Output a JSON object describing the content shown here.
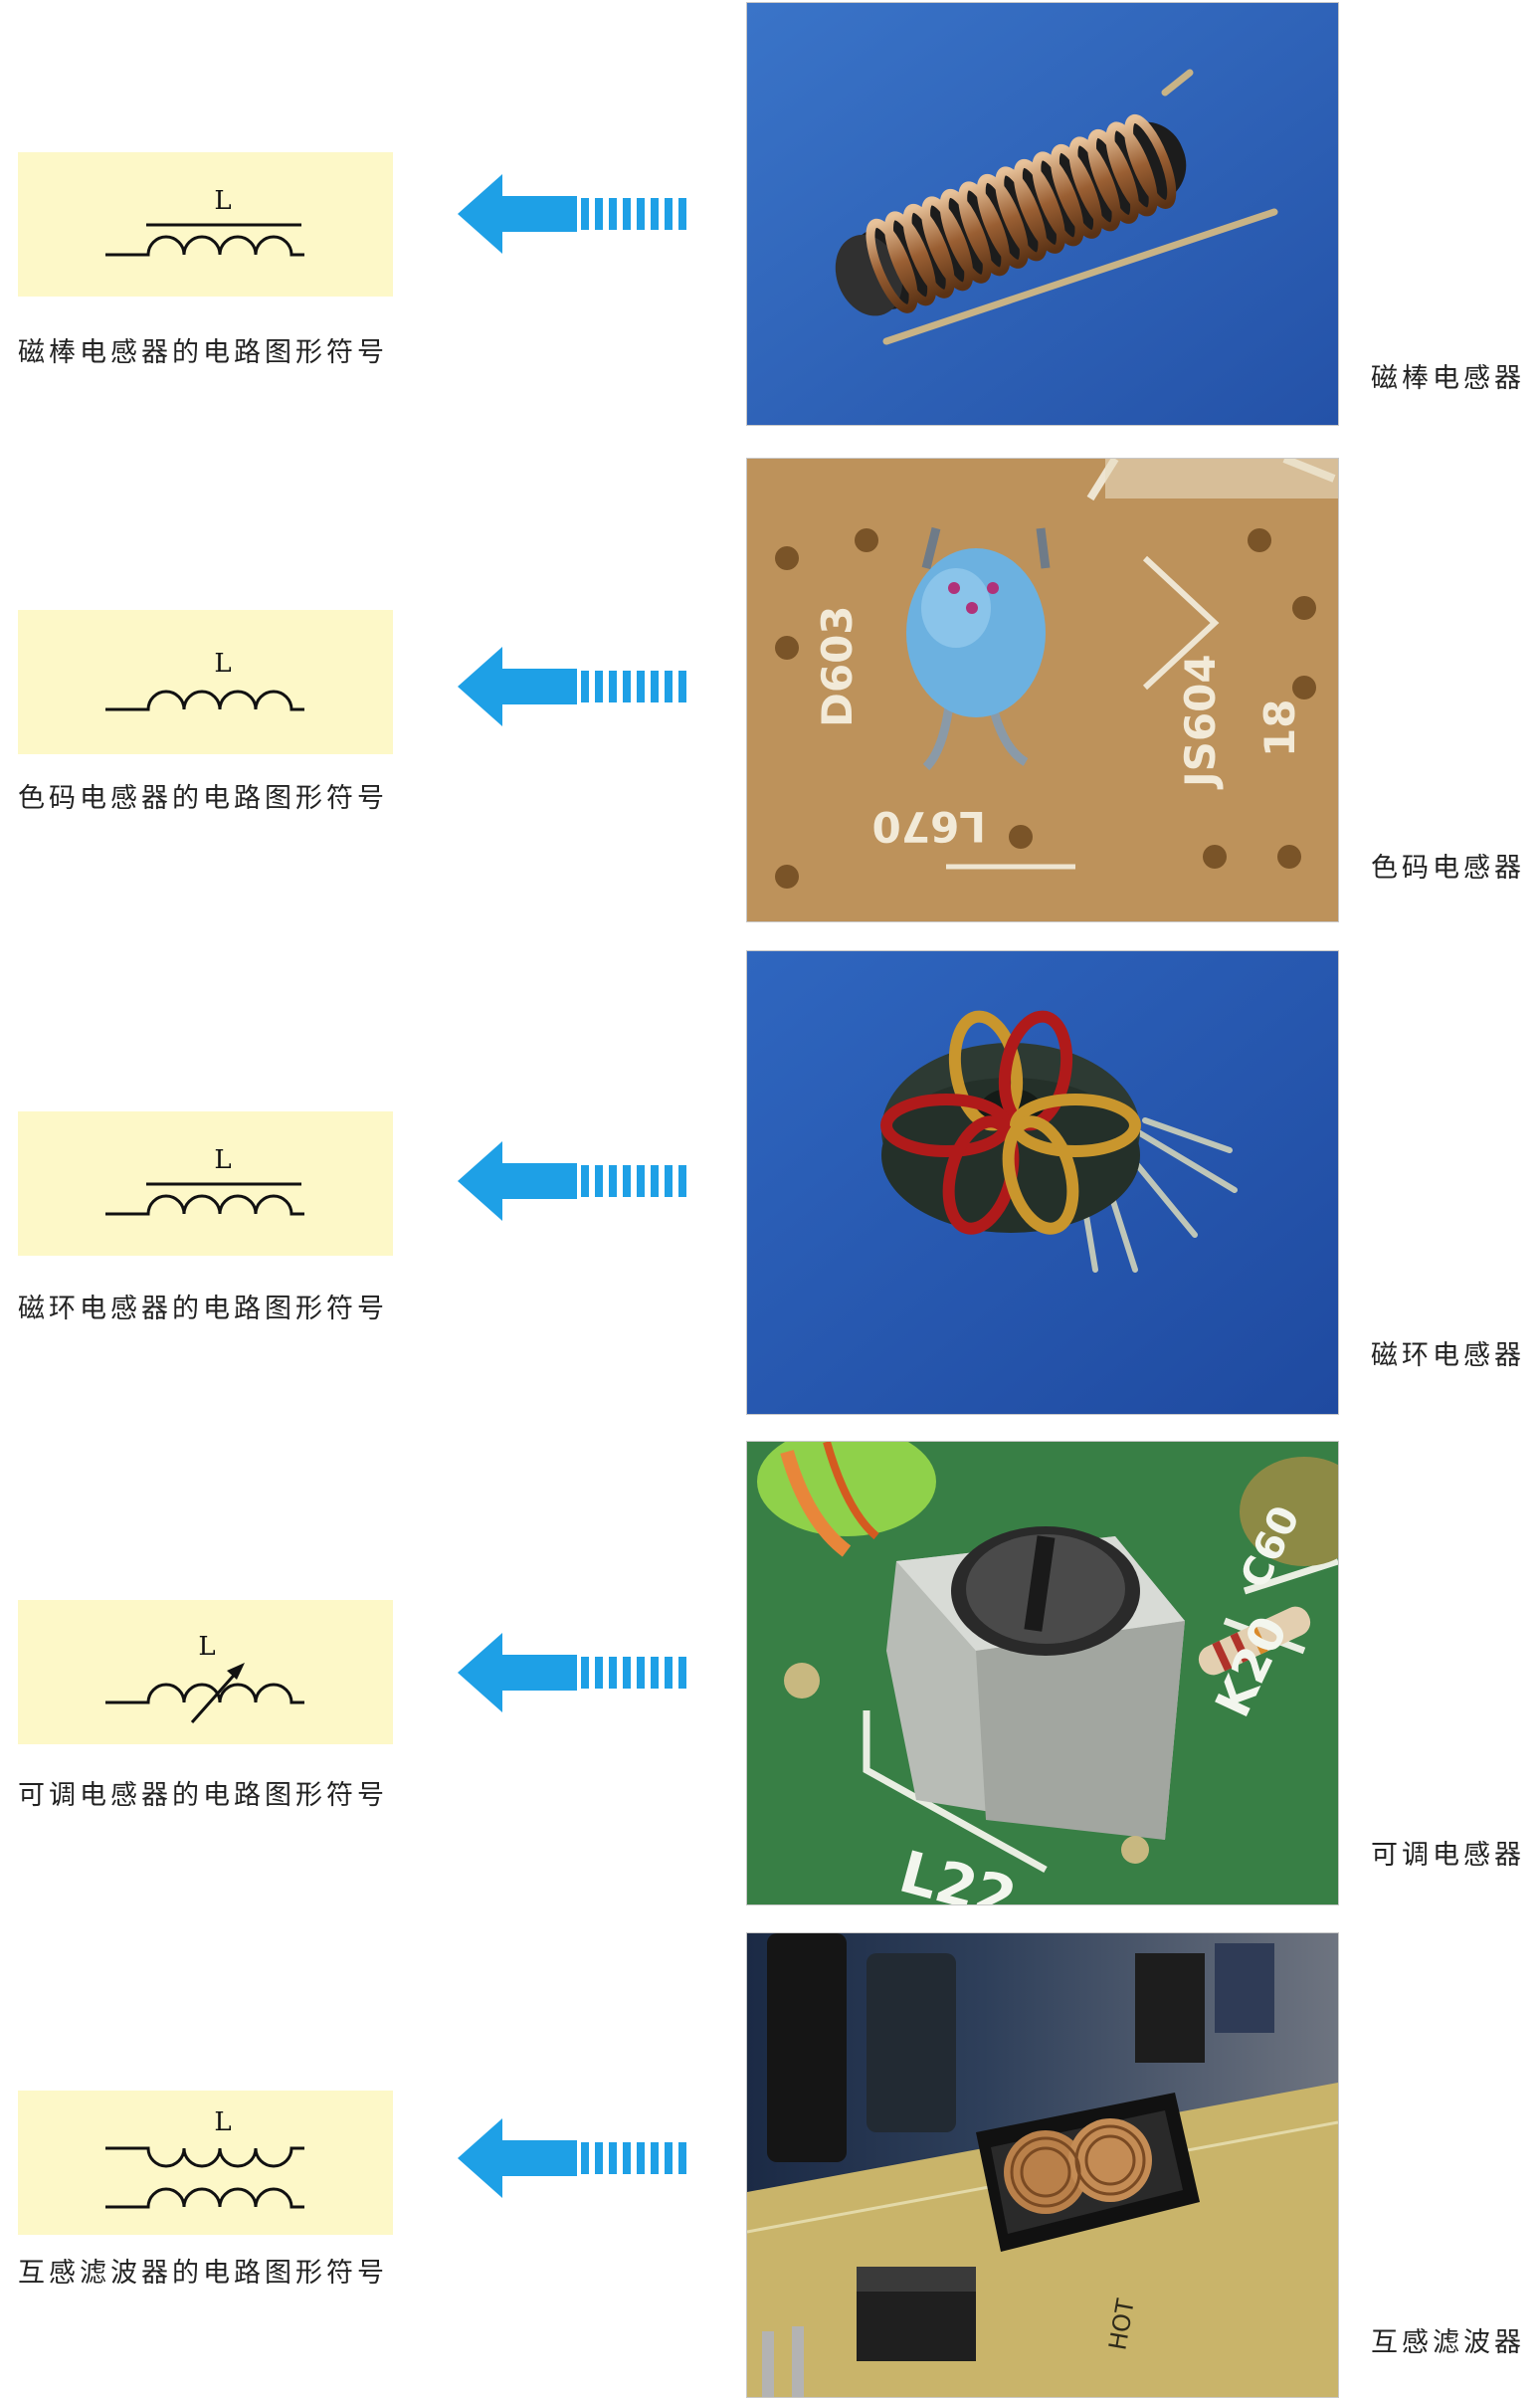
{
  "rows": [
    {
      "symbol_label": "L",
      "symbol_caption": "磁棒电感器的电路图形符号",
      "photo_caption": "磁棒电感器",
      "symbol_type": "magnetic-core"
    },
    {
      "symbol_label": "L",
      "symbol_caption": "色码电感器的电路图形符号",
      "photo_caption": "色码电感器",
      "symbol_type": "air-core",
      "pcb_text": [
        "D603",
        "JS604",
        "18",
        "L670"
      ]
    },
    {
      "symbol_label": "L",
      "symbol_caption": "磁环电感器的电路图形符号",
      "photo_caption": "磁环电感器",
      "symbol_type": "magnetic-core"
    },
    {
      "symbol_label": "L",
      "symbol_caption": "可调电感器的电路图形符号",
      "photo_caption": "可调电感器",
      "symbol_type": "adjustable",
      "pcb_text": [
        "L22",
        "K20",
        "C60"
      ]
    },
    {
      "symbol_label": "L",
      "symbol_caption": "互感滤波器的电路图形符号",
      "photo_caption": "互感滤波器",
      "symbol_type": "mutual",
      "pcb_text": [
        "HOT"
      ]
    }
  ],
  "colors": {
    "symbol_bg": "#fdf8c8",
    "arrow": "#1ea0e6",
    "blue_cloth": "#2f63b8"
  }
}
